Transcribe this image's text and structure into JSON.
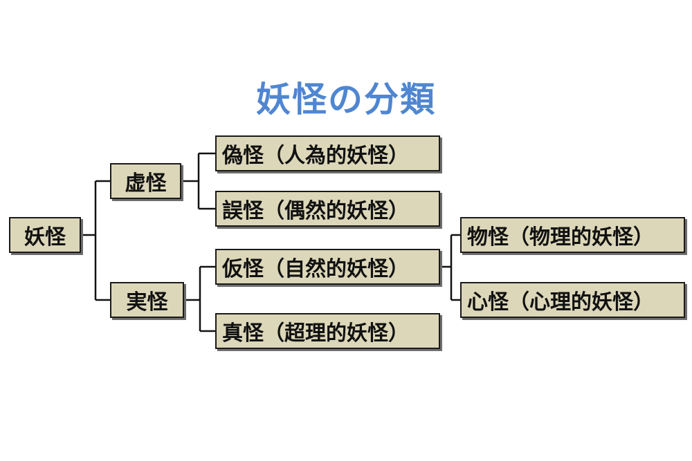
{
  "title": "妖怪の分類",
  "nodes": {
    "root": "妖怪",
    "kyokai": "虚怪",
    "jikkai": "実怪",
    "gikai": "偽怪（人為的妖怪）",
    "gokai": "誤怪（偶然的妖怪）",
    "kakai": "仮怪（自然的妖怪）",
    "shinkai": "真怪（超理的妖怪）",
    "bukkai": "物怪（物理的妖怪）",
    "shinkai_heart": "心怪（心理的妖怪）"
  },
  "colors": {
    "title": "#4f86d1",
    "box_fill": "#dcd7b9",
    "box_border": "#1a1a1a",
    "line": "#111111"
  }
}
